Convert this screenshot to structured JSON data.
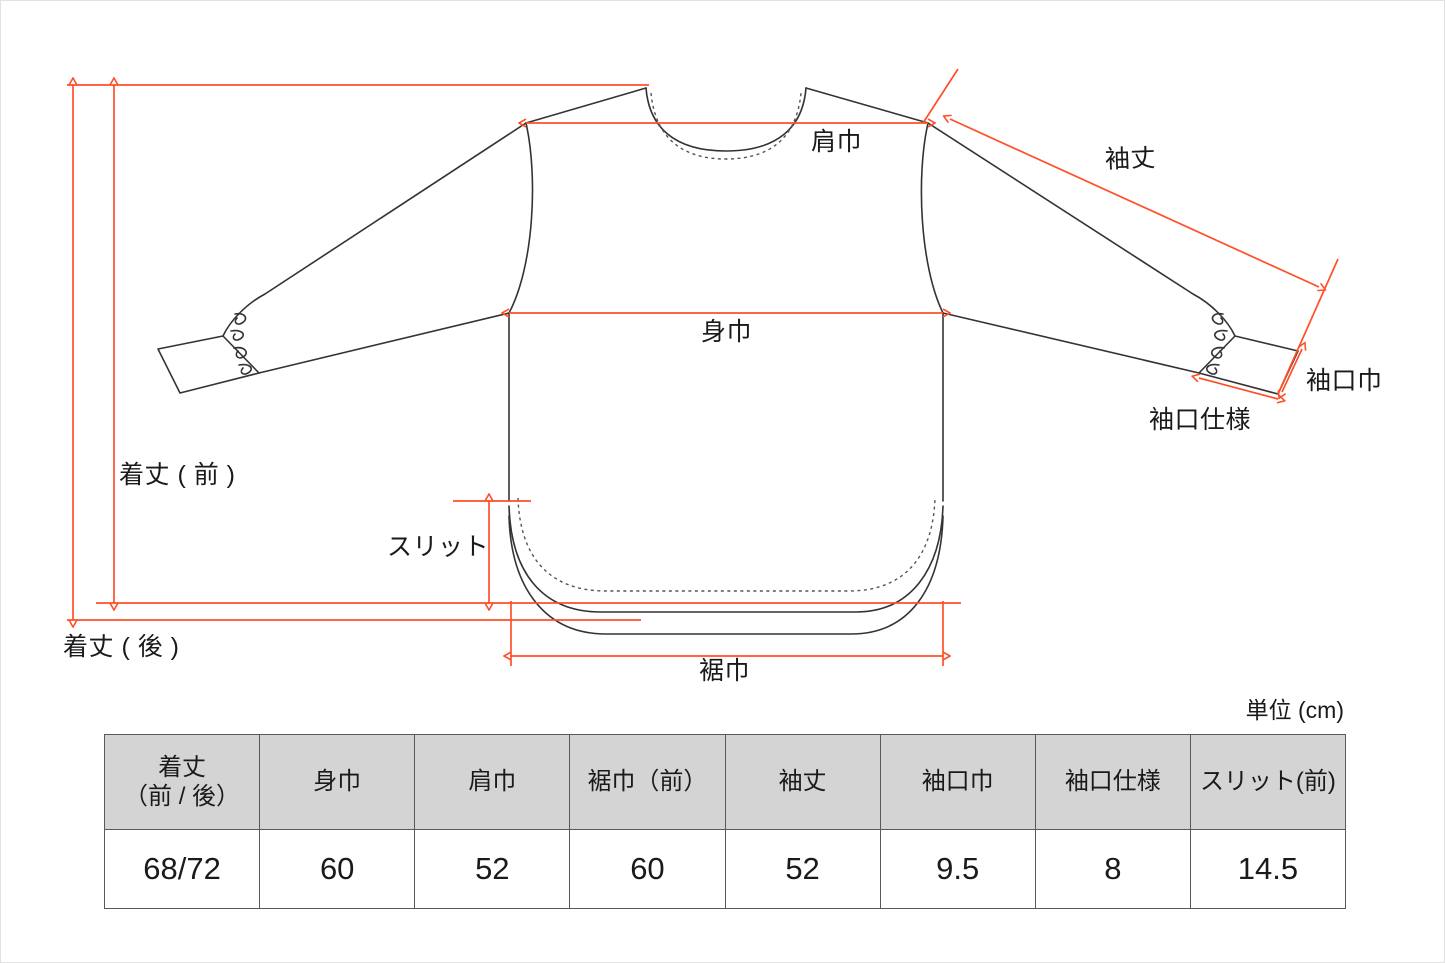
{
  "diagram": {
    "labels": {
      "shoulder_width": "肩巾",
      "body_width": "身巾",
      "sleeve_length": "袖丈",
      "cuff_width": "袖口巾",
      "cuff_spec": "袖口仕様",
      "length_front": "着丈 ( 前 )",
      "length_back": "着丈 ( 後 )",
      "slit": "スリット",
      "hem_width": "裾巾"
    },
    "colors": {
      "dimension_line": "#ff4f28",
      "garment_outline": "#333333",
      "garment_dashed": "#555555",
      "table_header_bg": "#d4d4d4",
      "table_border": "#595959"
    }
  },
  "unit_note": "単位 (cm)",
  "table": {
    "headers": [
      {
        "line1": "着丈",
        "line2": "（前 / 後）"
      },
      {
        "line1": "身巾",
        "line2": ""
      },
      {
        "line1": "肩巾",
        "line2": ""
      },
      {
        "line1": "裾巾（前）",
        "line2": ""
      },
      {
        "line1": "袖丈",
        "line2": ""
      },
      {
        "line1": "袖口巾",
        "line2": ""
      },
      {
        "line1": "袖口仕様",
        "line2": ""
      },
      {
        "line1": "スリット(前)",
        "line2": ""
      }
    ],
    "values": [
      "68/72",
      "60",
      "52",
      "60",
      "52",
      "9.5",
      "8",
      "14.5"
    ]
  }
}
